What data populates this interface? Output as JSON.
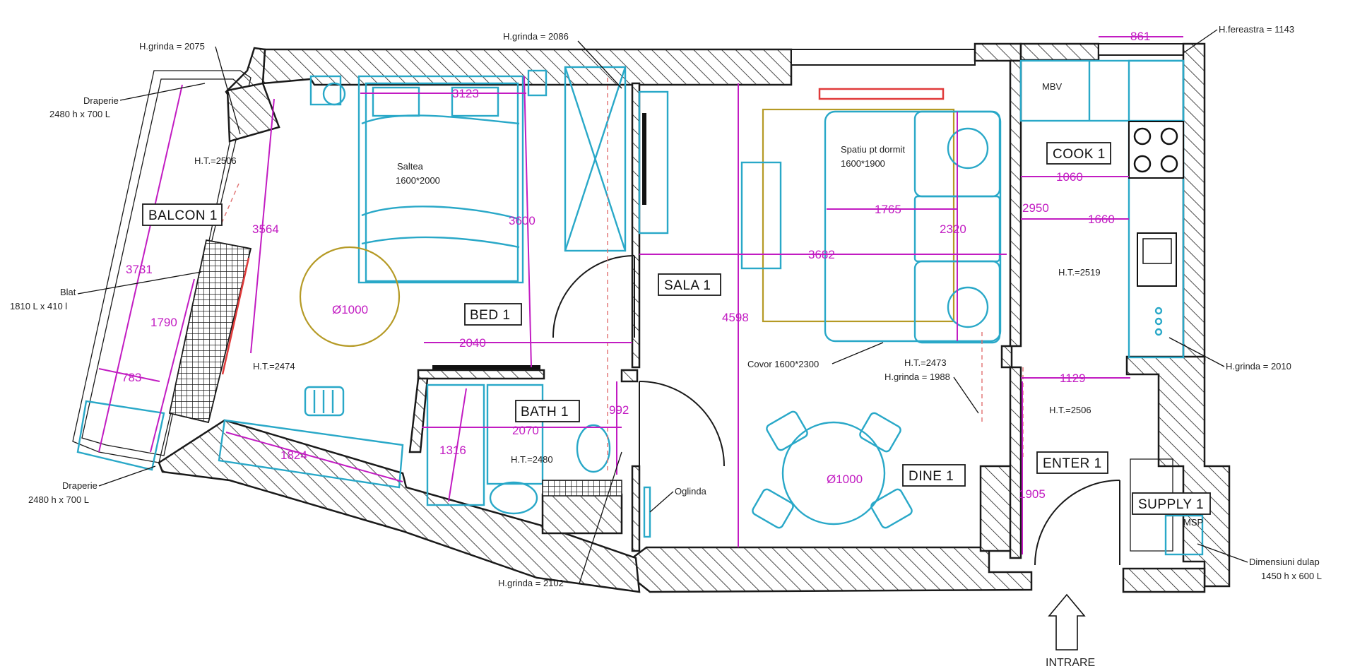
{
  "rooms": {
    "balcon": "BALCON 1",
    "bed": "BED 1",
    "bath": "BATH 1",
    "sala": "SALA 1",
    "cook": "COOK 1",
    "dine": "DINE 1",
    "enter": "ENTER 1",
    "supply": "SUPPLY 1"
  },
  "dimensions": {
    "d3123": "3123",
    "d3564": "3564",
    "d3731": "3731",
    "d3600": "3600",
    "d1790": "1790",
    "d783": "783",
    "d1824": "1824",
    "d2040": "2040",
    "d2070": "2070",
    "d1316": "1316",
    "d992": "992",
    "d3682": "3682",
    "d4598": "4598",
    "d1765": "1765",
    "d2320": "2320",
    "d1060": "1060",
    "d2950": "2950",
    "d1660": "1660",
    "d1129": "1129",
    "d1905": "1905",
    "d861": "861",
    "phi1": "Ø1000",
    "phi2": "Ø1000"
  },
  "heights": {
    "balcon": "H.T.=2506",
    "bed": "H.T.=2474",
    "bath": "H.T.=2480",
    "sala": "H.T.=2473",
    "cook": "H.T.=2519",
    "enter": "H.T.=2506"
  },
  "annotations": {
    "grinda_balcon": "H.grinda = 2075",
    "grinda_bed": "H.grinda = 2086",
    "fereastra": "H.fereastra = 1143",
    "draperie_top_1": "Draperie",
    "draperie_top_2": "2480 h x 700 L",
    "draperie_bot_1": "Draperie",
    "draperie_bot_2": "2480 h x 700 L",
    "blat_1": "Blat",
    "blat_2": "1810 L x 410 l",
    "saltea_1": "Saltea",
    "saltea_2": "1600*2000",
    "spatiu_1": "Spatiu pt dormit",
    "spatiu_2": "1600*1900",
    "covor": "Covor 1600*2300",
    "grinda_sala": "H.grinda = 1988",
    "grinda_cook": "H.grinda = 2010",
    "grinda_bath": "H.grinda = 2102",
    "oglinda": "Oglinda",
    "mbv": "MBV",
    "msp": "MSP",
    "dulap_1": "Dimensiuni dulap",
    "dulap_2": "1450 h x 600 L",
    "intrare": "INTRARE"
  },
  "colors": {
    "dimension": "#c21cc2",
    "furniture": "#29a8c8",
    "rug": "#b59a25",
    "radiator": "#e03a3a",
    "wall": "#1a1a1a"
  }
}
